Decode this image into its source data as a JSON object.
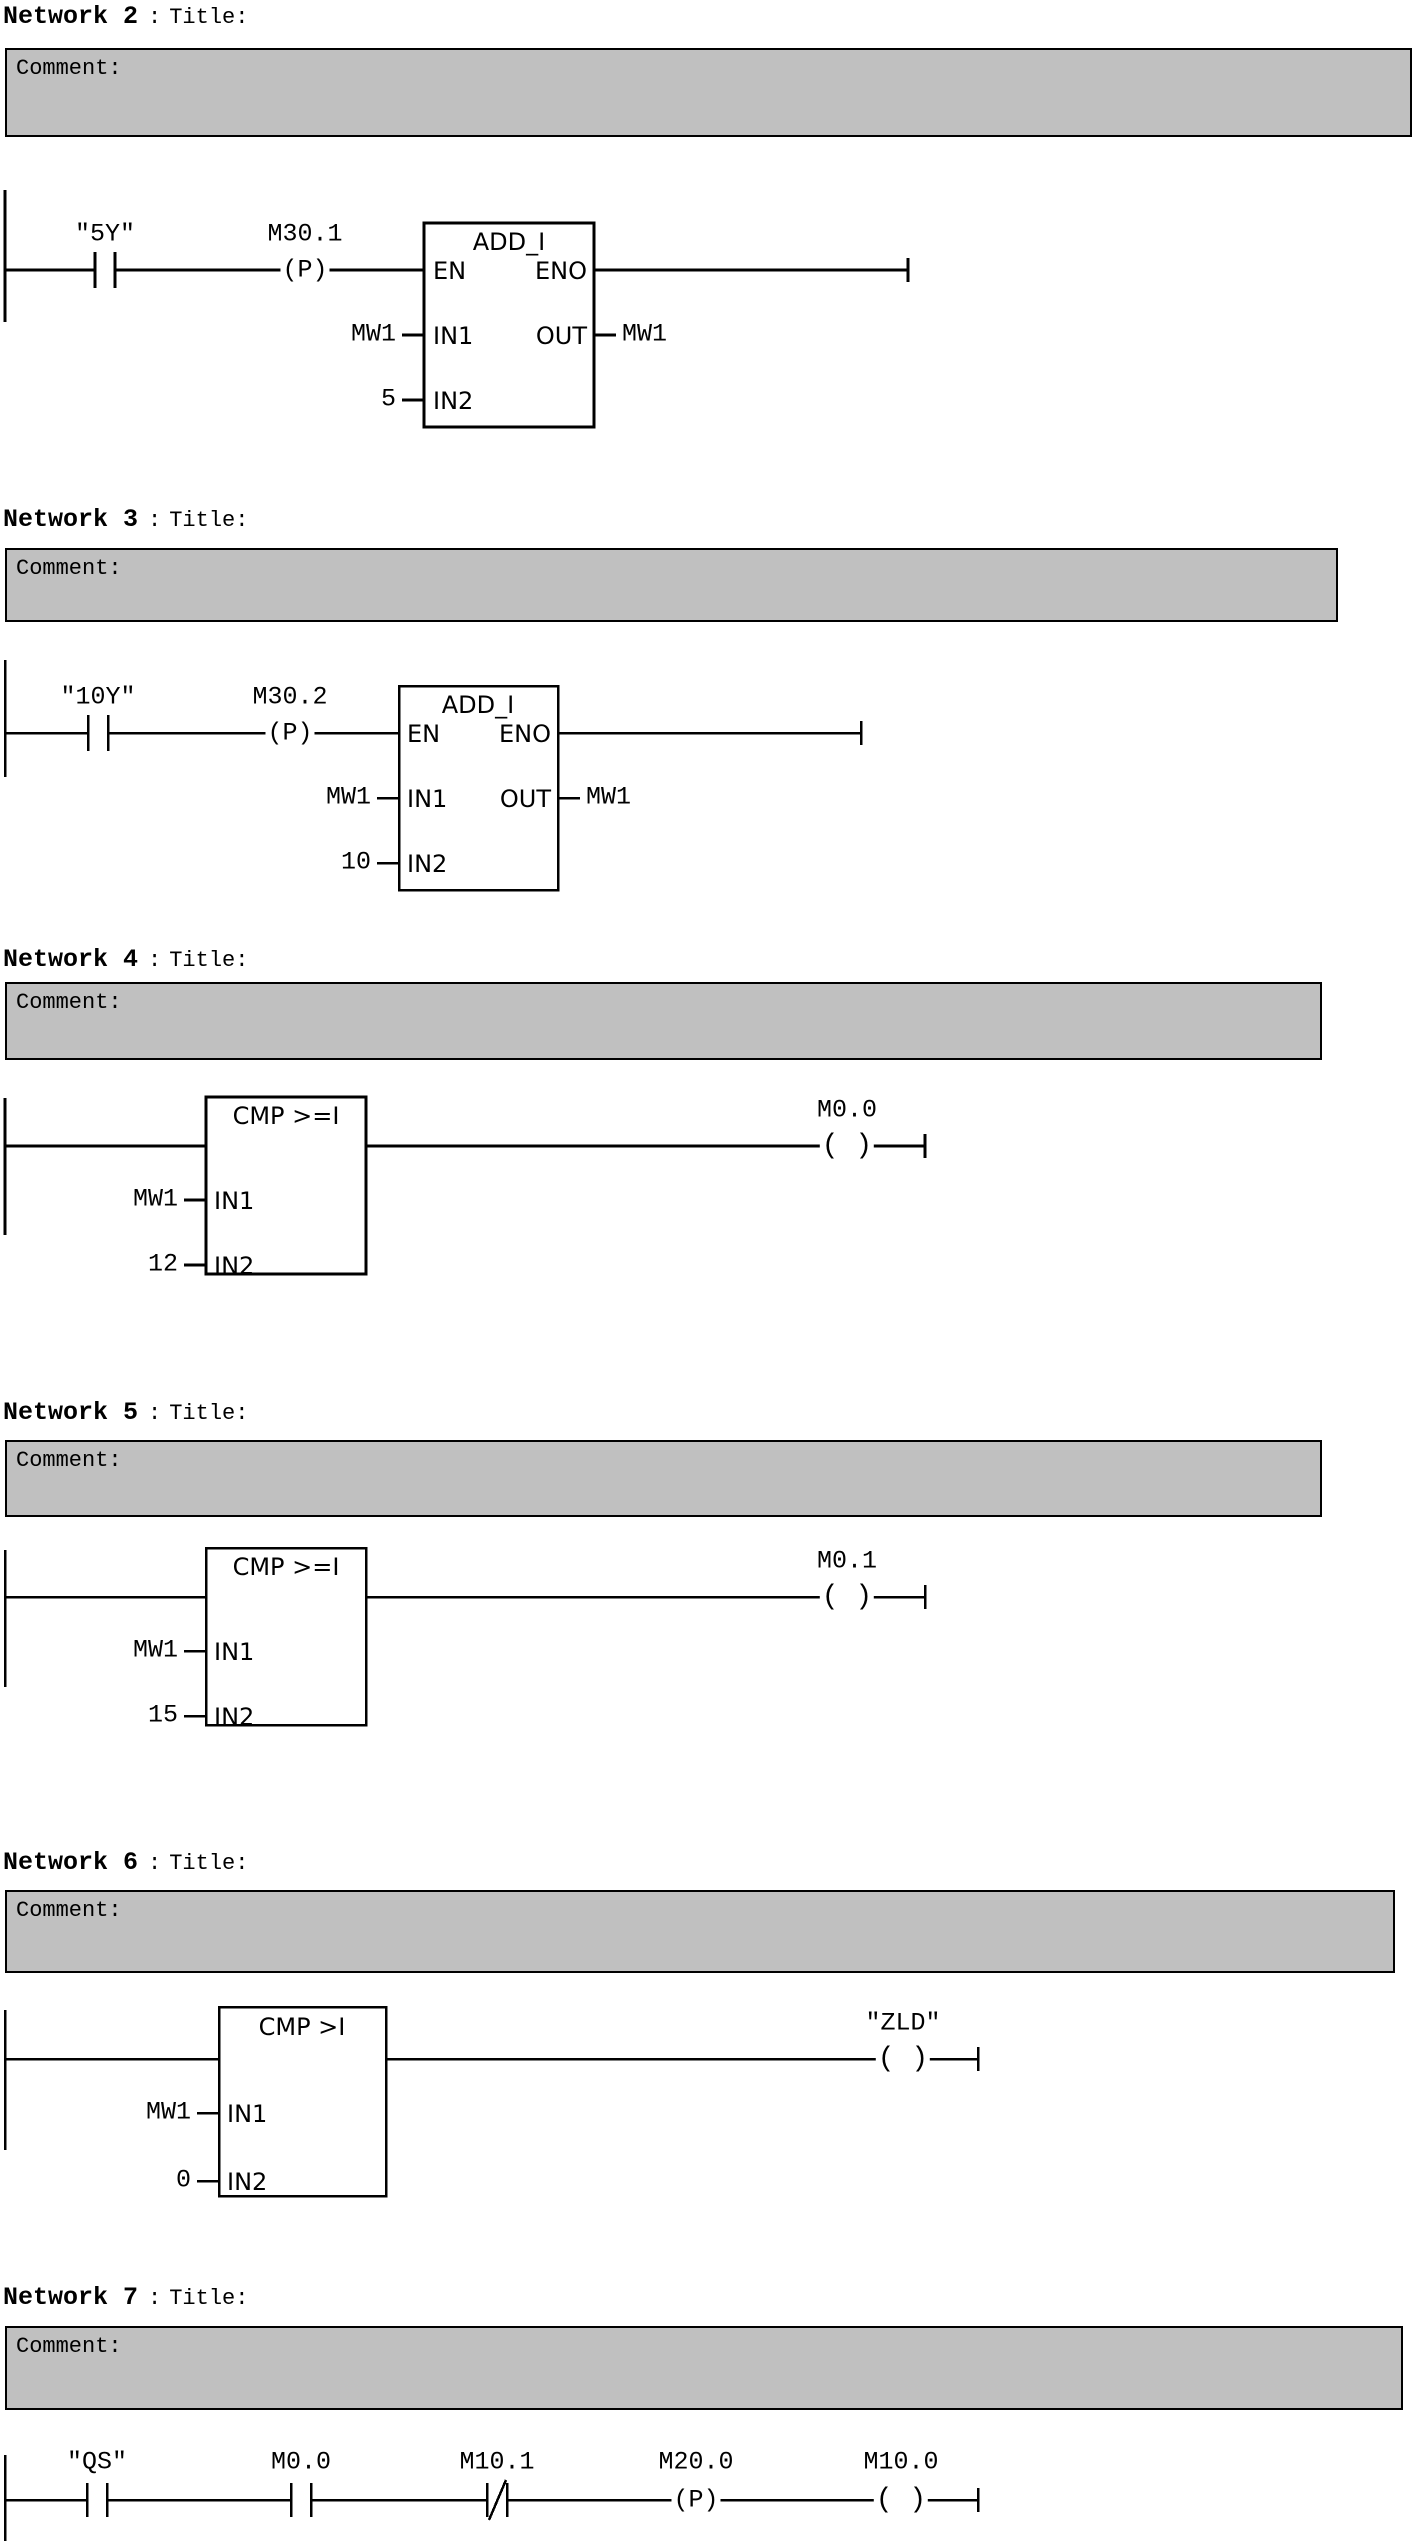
{
  "page": {
    "background": "#ffffff",
    "line_color": "#000000",
    "comment_bg": "#c0c0c0",
    "text_color": "#000000"
  },
  "networks": [
    {
      "header": {
        "name": "Network 2",
        "sep": ":",
        "title": "Title:"
      },
      "comment": "Comment:",
      "contacts": [
        {
          "label": "\"5Y\"",
          "type": "no-contact"
        },
        {
          "label": "M30.1",
          "type": "positive-edge",
          "symbol": "(P)"
        }
      ],
      "block": {
        "title": "ADD_I",
        "pin_en": "EN",
        "pin_eno": "ENO",
        "pin_in1": "IN1",
        "pin_in2": "IN2",
        "pin_out": "OUT",
        "in1": "MW1",
        "in2": "5",
        "out": "MW1"
      }
    },
    {
      "header": {
        "name": "Network 3",
        "sep": ":",
        "title": "Title:"
      },
      "comment": "Comment:",
      "contacts": [
        {
          "label": "\"10Y\"",
          "type": "no-contact"
        },
        {
          "label": "M30.2",
          "type": "positive-edge",
          "symbol": "(P)"
        }
      ],
      "block": {
        "title": "ADD_I",
        "pin_en": "EN",
        "pin_eno": "ENO",
        "pin_in1": "IN1",
        "pin_in2": "IN2",
        "pin_out": "OUT",
        "in1": "MW1",
        "in2": "10",
        "out": "MW1"
      }
    },
    {
      "header": {
        "name": "Network 4",
        "sep": ":",
        "title": "Title:"
      },
      "comment": "Comment:",
      "block": {
        "title": "CMP >=I",
        "pin_in1": "IN1",
        "pin_in2": "IN2",
        "in1": "MW1",
        "in2": "12"
      },
      "coil": {
        "label": "M0.0",
        "symbol": "( )"
      }
    },
    {
      "header": {
        "name": "Network 5",
        "sep": ":",
        "title": "Title:"
      },
      "comment": "Comment:",
      "block": {
        "title": "CMP >=I",
        "pin_in1": "IN1",
        "pin_in2": "IN2",
        "in1": "MW1",
        "in2": "15"
      },
      "coil": {
        "label": "M0.1",
        "symbol": "( )"
      }
    },
    {
      "header": {
        "name": "Network 6",
        "sep": ":",
        "title": "Title:"
      },
      "comment": "Comment:",
      "block": {
        "title": "CMP >I",
        "pin_in1": "IN1",
        "pin_in2": "IN2",
        "in1": "MW1",
        "in2": "0"
      },
      "coil": {
        "label": "\"ZLD\"",
        "symbol": "( )"
      }
    },
    {
      "header": {
        "name": "Network 7",
        "sep": ":",
        "title": "Title:"
      },
      "comment": "Comment:",
      "contacts": [
        {
          "label": "\"QS\"",
          "type": "no-contact"
        },
        {
          "label": "M0.0",
          "type": "no-contact"
        },
        {
          "label": "M10.1",
          "type": "nc-contact"
        },
        {
          "label": "M20.0",
          "type": "positive-edge",
          "symbol": "(P)"
        }
      ],
      "coil": {
        "label": "M10.0",
        "symbol": "( )"
      }
    }
  ]
}
